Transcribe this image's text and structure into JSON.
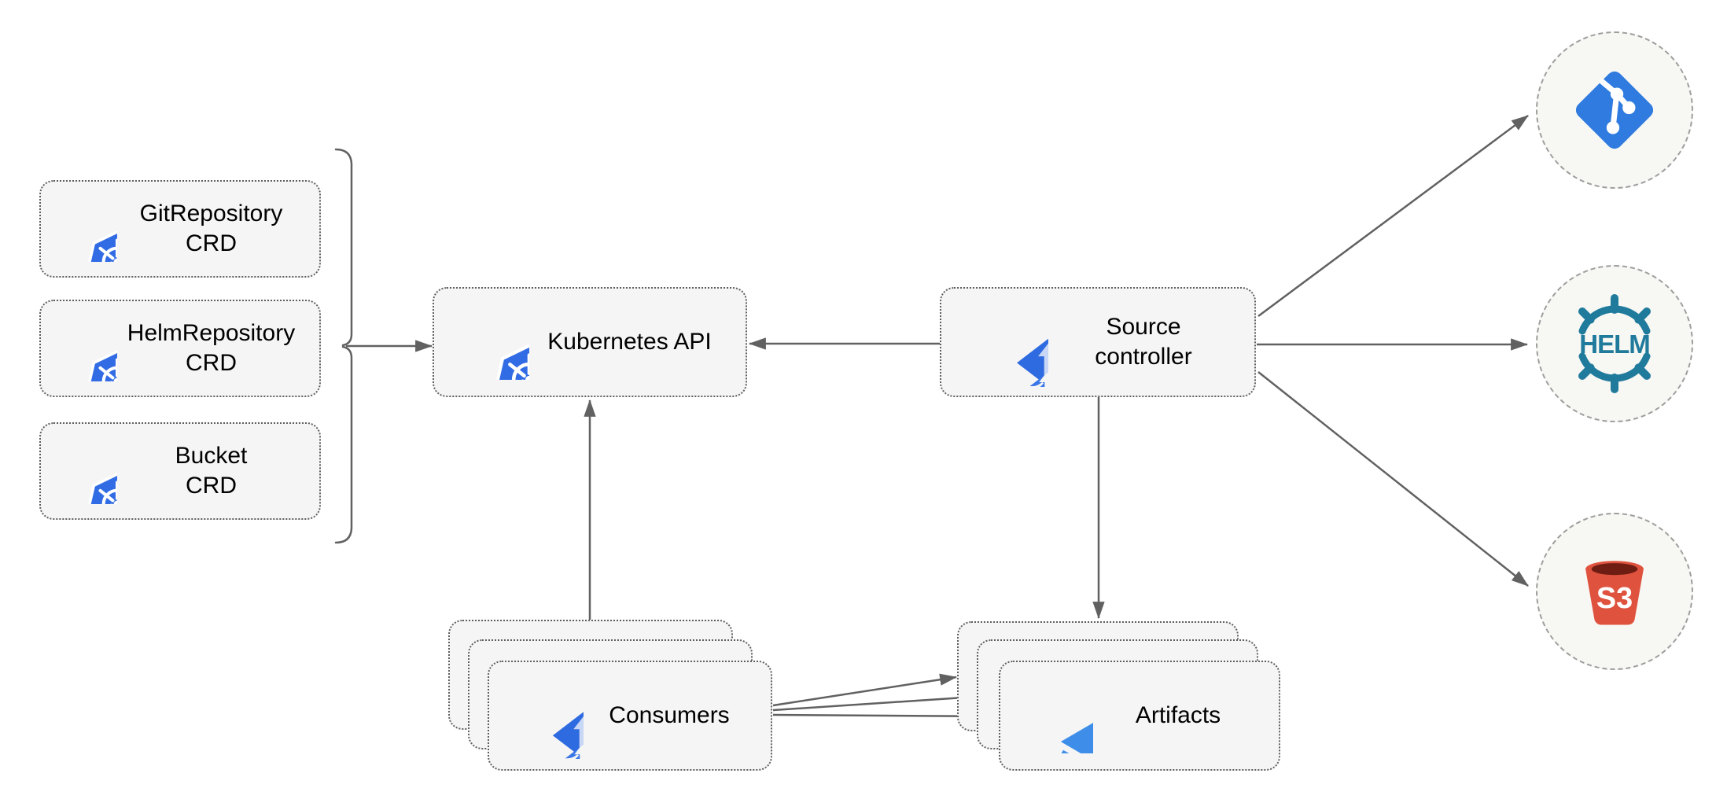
{
  "colors": {
    "k8s_blue": "#326CE5",
    "flux_blue": "#2F6BE0",
    "flux_arrow_light": "#C8D7F5",
    "flux_stripe_blue": "#3B76E8",
    "git_blue": "#2F7BE0",
    "helm_teal": "#1F7A9C",
    "s3_red": "#DF523E",
    "s3_dark_red": "#6F1D12",
    "layers_blue": "#3E8EE9",
    "edge_gray": "#616161",
    "box_bg": "#F5F5F5",
    "box_border": "#5F5F5F",
    "circle_bg": "#F7F7F3",
    "circle_border": "#9E9E9E",
    "text_color": "#000000"
  },
  "nodes": {
    "crd_boxes": [
      {
        "line1": "GitRepository",
        "line2": "CRD"
      },
      {
        "line1": "HelmRepository",
        "line2": "CRD"
      },
      {
        "line1": "Bucket",
        "line2": "CRD"
      }
    ],
    "kubernetes_api": {
      "label": "Kubernetes API"
    },
    "source_controller": {
      "line1": "Source",
      "line2": "controller"
    },
    "consumers": {
      "label": "Consumers"
    },
    "artifacts": {
      "label": "Artifacts"
    },
    "helm_registry": {
      "label": "HELM"
    },
    "s3_bucket": {
      "label": "S3"
    }
  }
}
